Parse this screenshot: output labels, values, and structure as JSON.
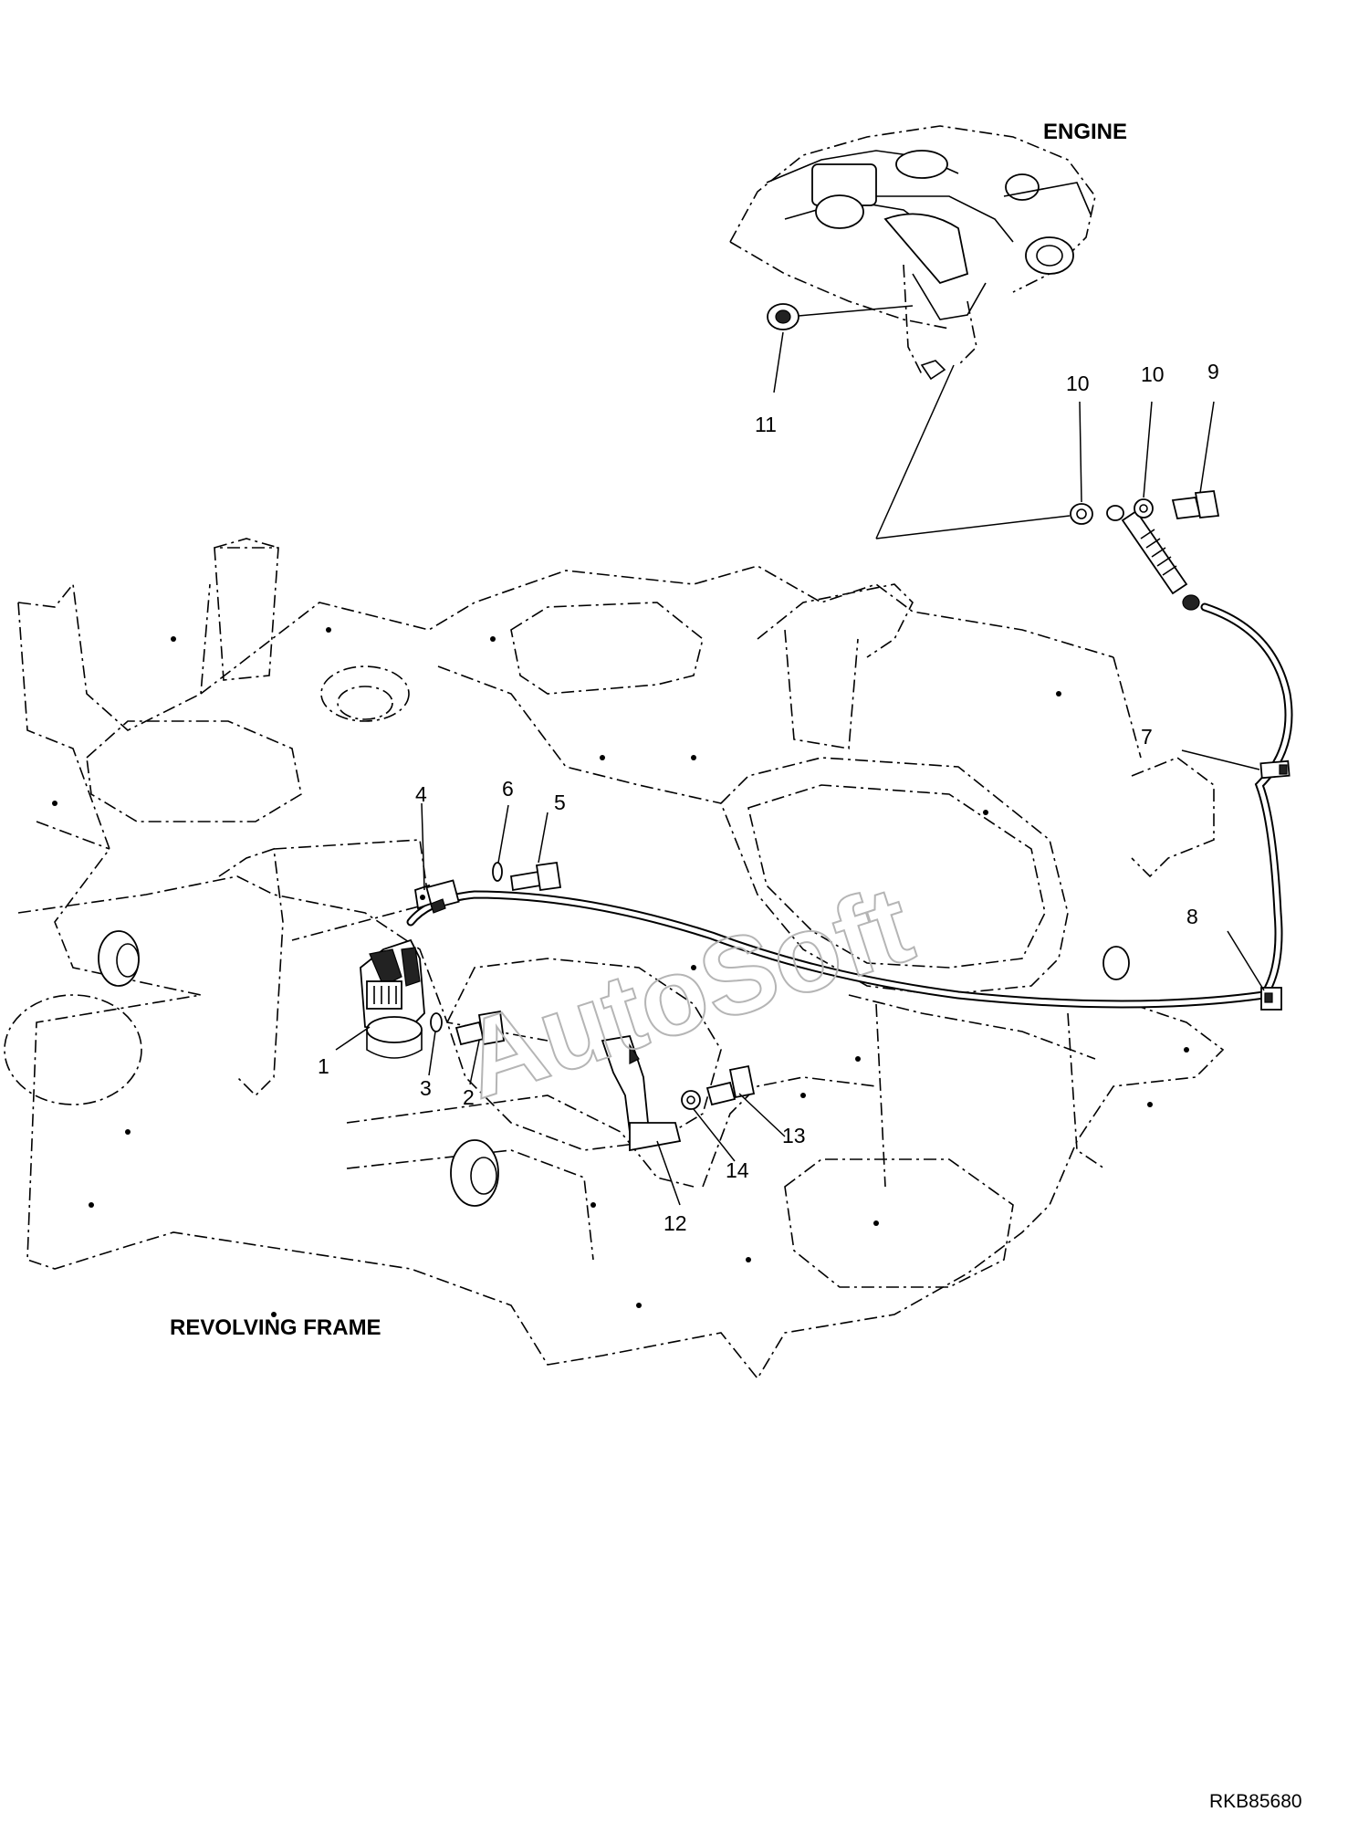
{
  "labels": {
    "engine": "ENGINE",
    "revolving_frame": "REVOLVING FRAME",
    "reference": "RKB85680",
    "watermark": "AutoSoft"
  },
  "callouts": [
    "1",
    "2",
    "3",
    "4",
    "5",
    "6",
    "7",
    "8",
    "9",
    "10",
    "10",
    "11",
    "12",
    "13",
    "14"
  ]
}
